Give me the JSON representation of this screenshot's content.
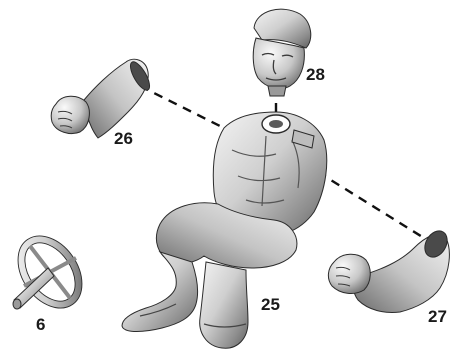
{
  "diagram": {
    "parts": [
      {
        "id": "head",
        "label": "28"
      },
      {
        "id": "right-arm",
        "label": "26"
      },
      {
        "id": "seated-body",
        "label": "25"
      },
      {
        "id": "left-arm",
        "label": "27"
      },
      {
        "id": "steering-wheel",
        "label": "6"
      }
    ]
  },
  "colors": {
    "background": "#ffffff",
    "part_light": "#e2e2e2",
    "part_mid": "#a9a9a9",
    "part_dark": "#5a5a5a",
    "outline": "#2b2b2b"
  }
}
